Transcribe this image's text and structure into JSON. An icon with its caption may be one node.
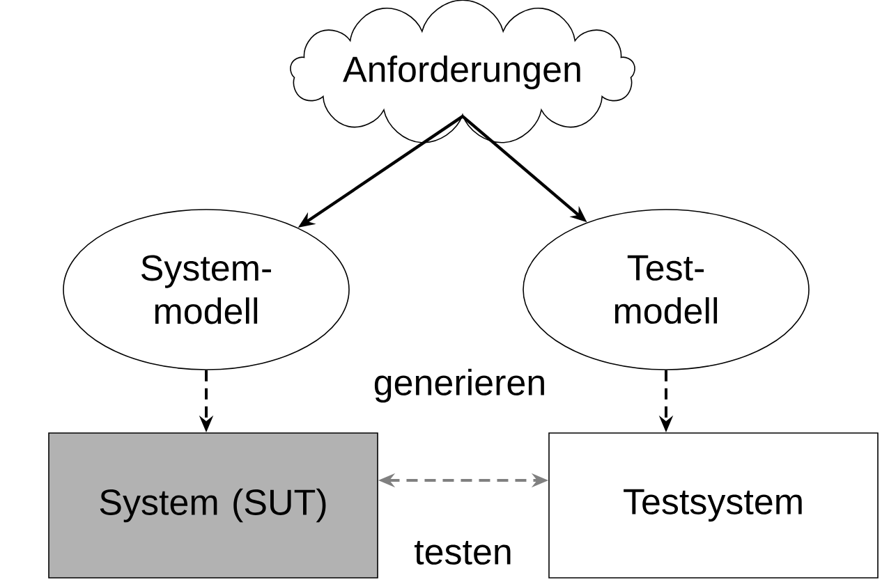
{
  "diagram": {
    "nodes": [
      {
        "text": [
          "Anforderungen"
        ]
      },
      {
        "text": [
          "System- modell"
        ]
      },
      {
        "text": [
          "Test- modell"
        ]
      },
      {
        "text": [
          "System (SUT)"
        ]
      },
      {
        "text": [
          "Testsystem"
        ]
      }
    ],
    "edges": [
      {
        "from": 0,
        "to": 1,
        "arrow": "to"
      },
      {
        "from": 0,
        "to": 2,
        "arrow": "to"
      },
      {
        "from": 1,
        "to": 3,
        "arrow": "to",
        "style": "dashed"
      },
      {
        "from": 2,
        "to": 4,
        "arrow": "to",
        "style": "dashed"
      },
      {
        "from": 3,
        "to": 4,
        "arrow": "both",
        "style": "dashed",
        "color": "#808080",
        "label": "testen"
      }
    ],
    "labels": [
      "generieren"
    ]
  }
}
